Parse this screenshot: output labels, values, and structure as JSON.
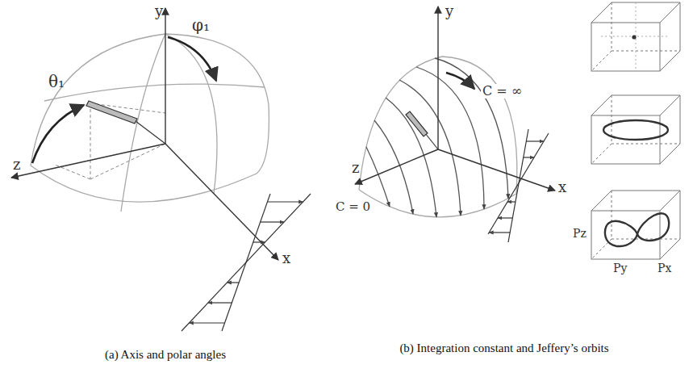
{
  "diagram": {
    "labels": [
      "y",
      "φ₁",
      "θ₁",
      "z",
      "x",
      "(a) Axis and polar angles",
      "y",
      "C = ∞",
      "z",
      "C = 0",
      "x",
      "Pz",
      "Py",
      "Px",
      "(b) Integration constant and Jeffery’s orbits"
    ]
  }
}
